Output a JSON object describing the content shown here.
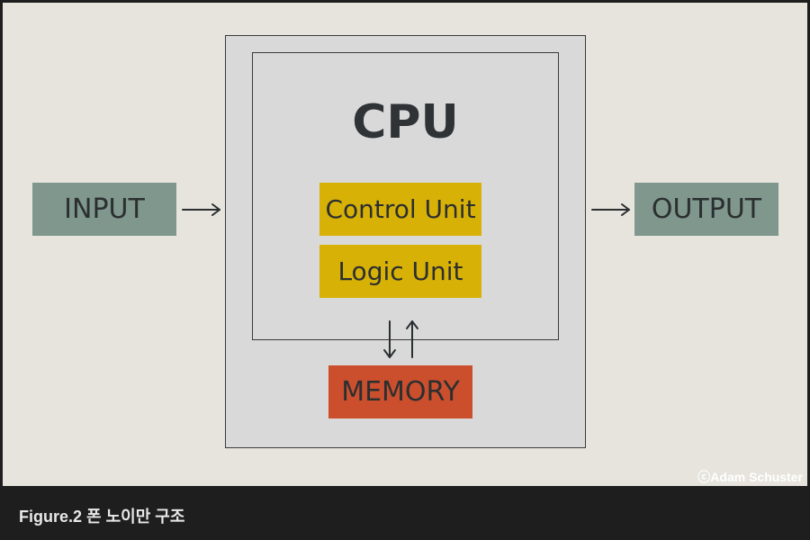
{
  "diagram": {
    "cpu_label": "CPU",
    "input_label": "INPUT",
    "output_label": "OUTPUT",
    "control_unit_label": "Control Unit",
    "logic_unit_label": "Logic Unit",
    "memory_label": "MEMORY",
    "copyright": "ⓒAdam Schuster"
  },
  "caption": {
    "text": "Figure.2  폰 노이만 구조"
  },
  "colors": {
    "background": "#e6e4dd",
    "io_boxes": "#7f978c",
    "cpu_units": "#d8b106",
    "memory": "#cb4f2d",
    "cpu_box": "#d9d9d9",
    "caption_bar": "#1e1e1e"
  }
}
